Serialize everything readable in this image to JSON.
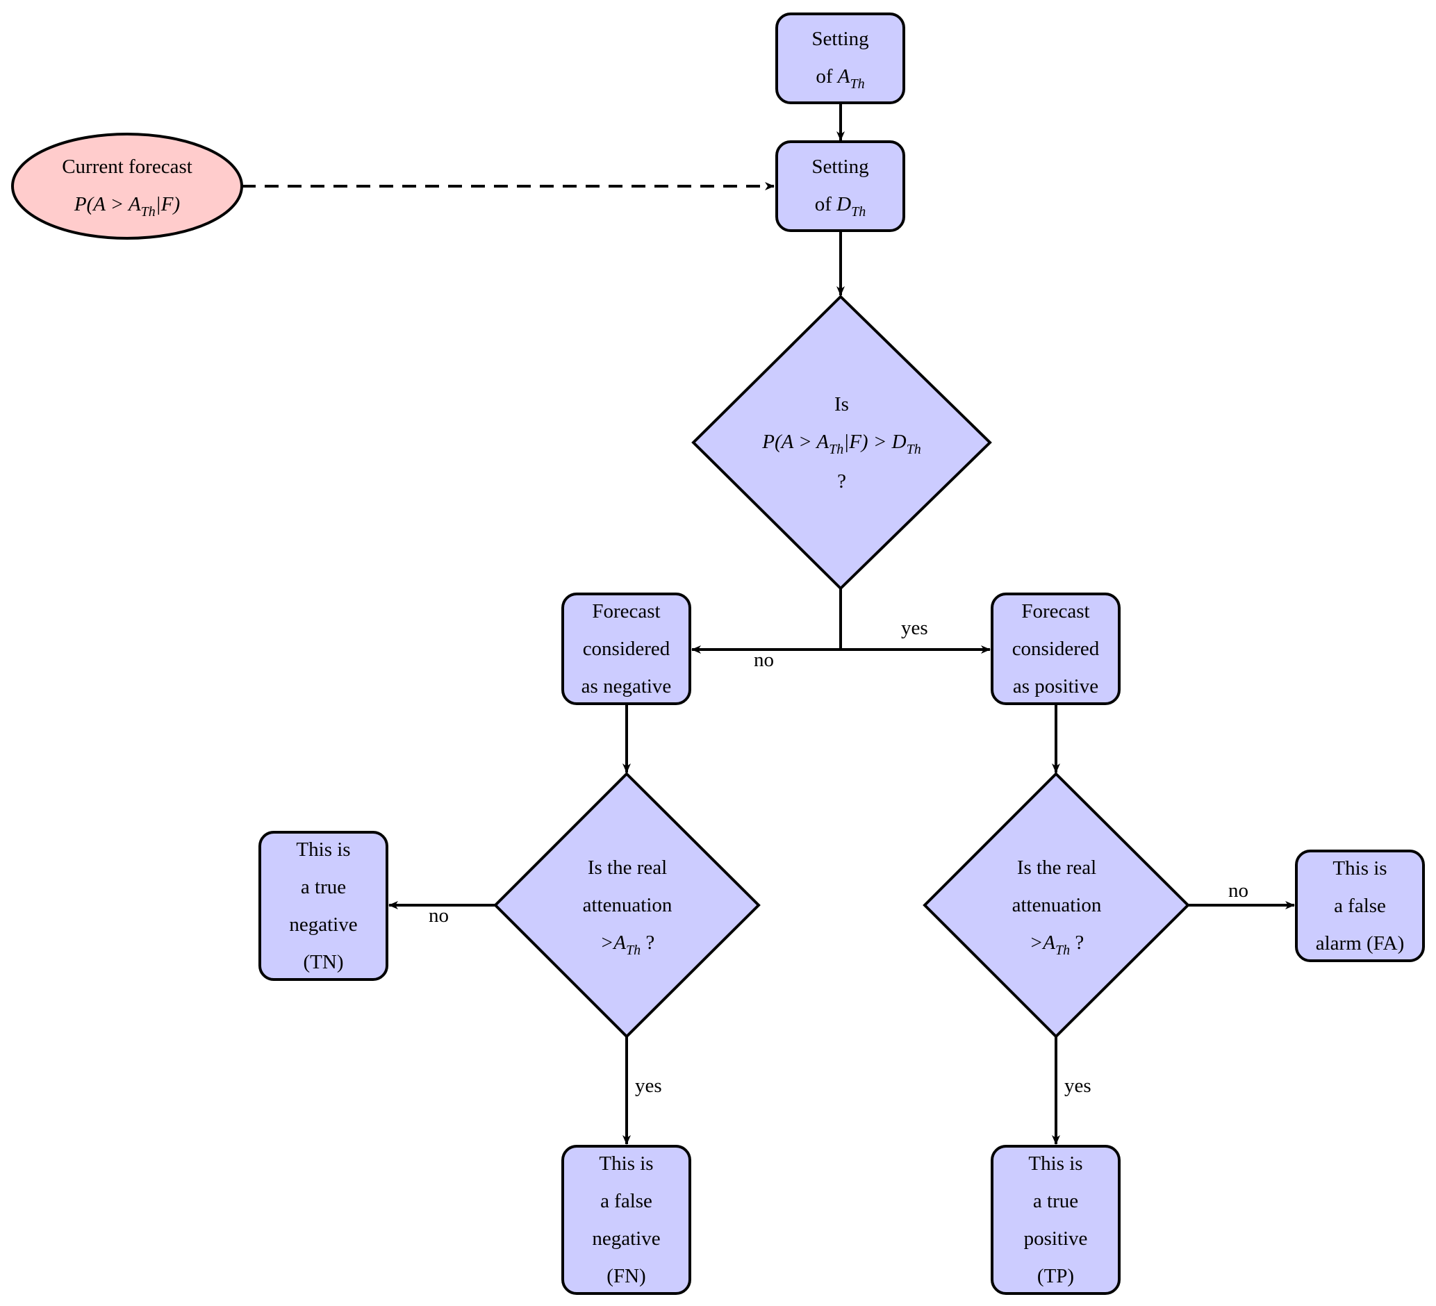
{
  "colors": {
    "box_fill": "#ccccff",
    "ellipse_fill": "#ffcccc",
    "stroke": "#000000"
  },
  "nodes": {
    "setting_ath": {
      "line1": "Setting",
      "line2_prefix": "of ",
      "line2_var": "A",
      "line2_sub": "Th"
    },
    "setting_dth": {
      "line1": "Setting",
      "line2_prefix": "of ",
      "line2_var": "D",
      "line2_sub": "Th"
    },
    "current_forecast": {
      "line1": "Current forecast",
      "formula_pre": "P(A > A",
      "formula_sub": "Th",
      "formula_post": "|F)"
    },
    "decision_main": {
      "line1": "Is",
      "formula_pre": "P(A > A",
      "formula_sub": "Th",
      "formula_mid": "|F) > D",
      "formula_sub2": "Th",
      "line3": "?"
    },
    "forecast_negative": {
      "lines": [
        "Forecast",
        "considered",
        "as negative"
      ]
    },
    "forecast_positive": {
      "lines": [
        "Forecast",
        "considered",
        "as positive"
      ]
    },
    "decision_left": {
      "line1": "Is the real",
      "line2": "attenuation",
      "line3_pre": ">A",
      "line3_sub": "Th",
      "line3_post": " ?"
    },
    "decision_right": {
      "line1": "Is the real",
      "line2": "attenuation",
      "line3_pre": ">A",
      "line3_sub": "Th",
      "line3_post": " ?"
    },
    "true_negative": {
      "lines": [
        "This is",
        "a true",
        "negative",
        "(TN)"
      ]
    },
    "false_alarm": {
      "lines": [
        "This is",
        "a false",
        "alarm (FA)"
      ]
    },
    "false_negative": {
      "lines": [
        "This is",
        "a false",
        "negative",
        "(FN)"
      ]
    },
    "true_positive": {
      "lines": [
        "This is",
        "a true",
        "positive",
        "(TP)"
      ]
    }
  },
  "edge_labels": {
    "main_no": "no",
    "main_yes": "yes",
    "left_no": "no",
    "left_yes": "yes",
    "right_no": "no",
    "right_yes": "yes"
  }
}
